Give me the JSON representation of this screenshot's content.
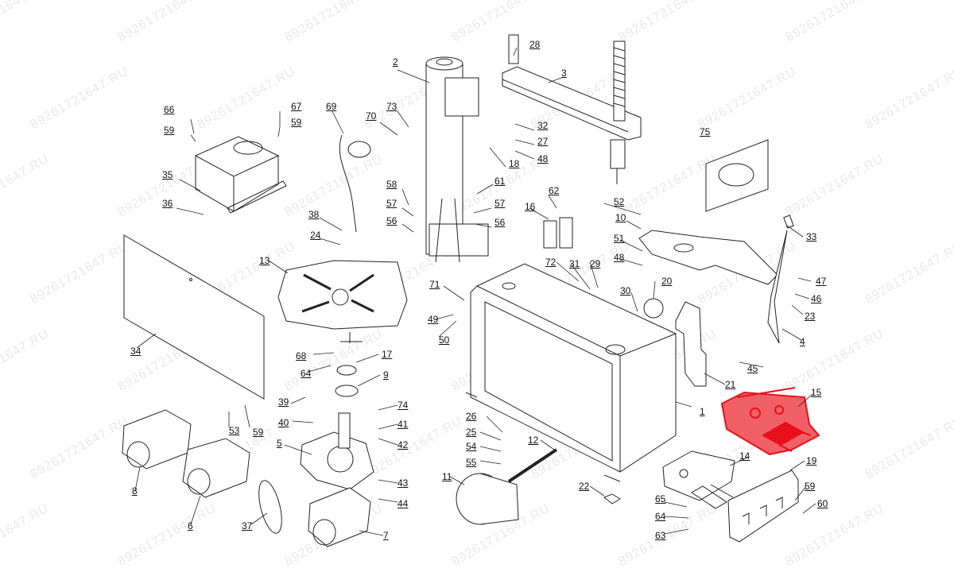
{
  "watermark": "89261721647.RU",
  "colors": {
    "highlight": "#e8101a",
    "line": "#222222",
    "watermark": "#e9e9e9",
    "background": "#ffffff"
  },
  "labels": [
    {
      "id": "1",
      "text": "1"
    },
    {
      "id": "2",
      "text": "2"
    },
    {
      "id": "3",
      "text": "3"
    },
    {
      "id": "4",
      "text": "4"
    },
    {
      "id": "5",
      "text": "5"
    },
    {
      "id": "6",
      "text": "6"
    },
    {
      "id": "7",
      "text": "7"
    },
    {
      "id": "8",
      "text": "8"
    },
    {
      "id": "9",
      "text": "9"
    },
    {
      "id": "10",
      "text": "10"
    },
    {
      "id": "11",
      "text": "11"
    },
    {
      "id": "12",
      "text": "12"
    },
    {
      "id": "13",
      "text": "13"
    },
    {
      "id": "14",
      "text": "14"
    },
    {
      "id": "15",
      "text": "15"
    },
    {
      "id": "16",
      "text": "16"
    },
    {
      "id": "17",
      "text": "17"
    },
    {
      "id": "18",
      "text": "18"
    },
    {
      "id": "19",
      "text": "19"
    },
    {
      "id": "20",
      "text": "20"
    },
    {
      "id": "21",
      "text": "21"
    },
    {
      "id": "22",
      "text": "22"
    },
    {
      "id": "23",
      "text": "23"
    },
    {
      "id": "24",
      "text": "24"
    },
    {
      "id": "25",
      "text": "25"
    },
    {
      "id": "26",
      "text": "26"
    },
    {
      "id": "27",
      "text": "27"
    },
    {
      "id": "28",
      "text": "28"
    },
    {
      "id": "29",
      "text": "29"
    },
    {
      "id": "30",
      "text": "30"
    },
    {
      "id": "31",
      "text": "31"
    },
    {
      "id": "32",
      "text": "32"
    },
    {
      "id": "33",
      "text": "33"
    },
    {
      "id": "34",
      "text": "34"
    },
    {
      "id": "35",
      "text": "35"
    },
    {
      "id": "36",
      "text": "36"
    },
    {
      "id": "37",
      "text": "37"
    },
    {
      "id": "38",
      "text": "38"
    },
    {
      "id": "39",
      "text": "39"
    },
    {
      "id": "40",
      "text": "40"
    },
    {
      "id": "41",
      "text": "41"
    },
    {
      "id": "42",
      "text": "42"
    },
    {
      "id": "43",
      "text": "43"
    },
    {
      "id": "44",
      "text": "44"
    },
    {
      "id": "45",
      "text": "45"
    },
    {
      "id": "46",
      "text": "46"
    },
    {
      "id": "47",
      "text": "47"
    },
    {
      "id": "48a",
      "text": "48"
    },
    {
      "id": "48b",
      "text": "48"
    },
    {
      "id": "49",
      "text": "49"
    },
    {
      "id": "50",
      "text": "50"
    },
    {
      "id": "51",
      "text": "51"
    },
    {
      "id": "52",
      "text": "52"
    },
    {
      "id": "53",
      "text": "53"
    },
    {
      "id": "54",
      "text": "54"
    },
    {
      "id": "55",
      "text": "55"
    },
    {
      "id": "56a",
      "text": "56"
    },
    {
      "id": "56b",
      "text": "56"
    },
    {
      "id": "57a",
      "text": "57"
    },
    {
      "id": "57b",
      "text": "57"
    },
    {
      "id": "58",
      "text": "58"
    },
    {
      "id": "59a",
      "text": "59"
    },
    {
      "id": "59b",
      "text": "59"
    },
    {
      "id": "59c",
      "text": "59"
    },
    {
      "id": "59d",
      "text": "59"
    },
    {
      "id": "60",
      "text": "60"
    },
    {
      "id": "61",
      "text": "61"
    },
    {
      "id": "62",
      "text": "62"
    },
    {
      "id": "63",
      "text": "63"
    },
    {
      "id": "64a",
      "text": "64"
    },
    {
      "id": "64b",
      "text": "64"
    },
    {
      "id": "65",
      "text": "65"
    },
    {
      "id": "66",
      "text": "66"
    },
    {
      "id": "67",
      "text": "67"
    },
    {
      "id": "68",
      "text": "68"
    },
    {
      "id": "69",
      "text": "69"
    },
    {
      "id": "70",
      "text": "70"
    },
    {
      "id": "71",
      "text": "71"
    },
    {
      "id": "72",
      "text": "72"
    },
    {
      "id": "73",
      "text": "73"
    },
    {
      "id": "74",
      "text": "74"
    },
    {
      "id": "75",
      "text": "75"
    }
  ]
}
